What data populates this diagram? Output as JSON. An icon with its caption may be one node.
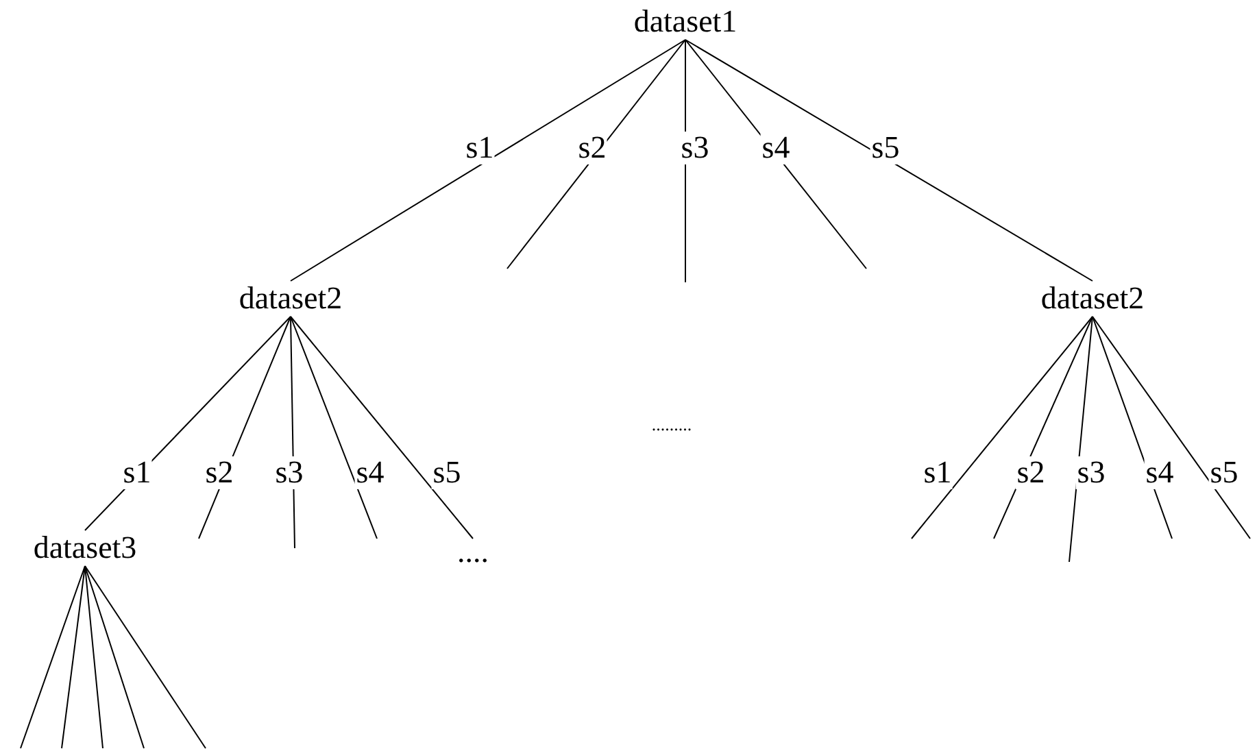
{
  "diagram": {
    "nodes": [
      {
        "text": [
          "dataset1"
        ]
      },
      {
        "text": [
          "dataset2"
        ]
      },
      {
        "text": [
          "dataset2"
        ]
      },
      {
        "text": [
          "dataset3"
        ]
      }
    ],
    "edges": [
      {
        "from": 0,
        "to": 1,
        "arrow": "none",
        "label": "s1"
      },
      {
        "from": 0,
        "to": null,
        "arrow": "none",
        "label": "s2"
      },
      {
        "from": 0,
        "to": null,
        "arrow": "none",
        "label": "s3"
      },
      {
        "from": 0,
        "to": null,
        "arrow": "none",
        "label": "s4"
      },
      {
        "from": 0,
        "to": 2,
        "arrow": "none",
        "label": "s5"
      },
      {
        "from": 1,
        "to": 3,
        "arrow": "none",
        "label": "s1"
      },
      {
        "from": 1,
        "to": null,
        "arrow": "none",
        "label": "s2"
      },
      {
        "from": 1,
        "to": null,
        "arrow": "none",
        "label": "s3"
      },
      {
        "from": 1,
        "to": null,
        "arrow": "none",
        "label": "s4"
      },
      {
        "from": 1,
        "to": null,
        "arrow": "none",
        "label": "s5"
      },
      {
        "from": 2,
        "to": null,
        "arrow": "none",
        "label": "s1"
      },
      {
        "from": 2,
        "to": null,
        "arrow": "none",
        "label": "s2"
      },
      {
        "from": 2,
        "to": null,
        "arrow": "none",
        "label": "s3"
      },
      {
        "from": 2,
        "to": null,
        "arrow": "none",
        "label": "s4"
      },
      {
        "from": 2,
        "to": null,
        "arrow": "none",
        "label": "s5"
      },
      {
        "from": 3,
        "to": null,
        "arrow": "none"
      },
      {
        "from": 3,
        "to": null,
        "arrow": "none"
      },
      {
        "from": 3,
        "to": null,
        "arrow": "none"
      },
      {
        "from": 3,
        "to": null,
        "arrow": "none"
      },
      {
        "from": 3,
        "to": null,
        "arrow": "none"
      }
    ],
    "labels": [
      ".........",
      "...."
    ]
  }
}
